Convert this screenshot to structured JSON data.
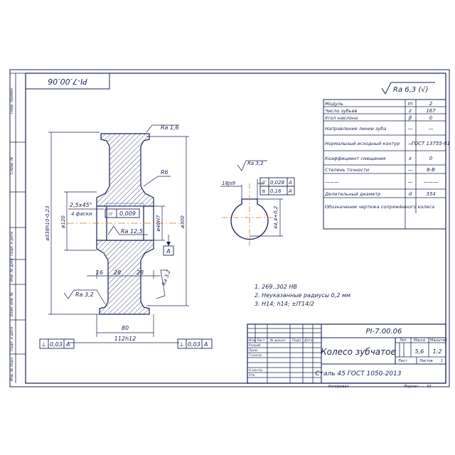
{
  "drawing_code_top": "PI-7.00.06",
  "roughness_general": "Ra 6,3 (√)",
  "params": [
    {
      "name": "Модуль",
      "sym": "m",
      "val": "2"
    },
    {
      "name": "Число зубьев",
      "sym": "z",
      "val": "167"
    },
    {
      "name": "Угол наклона",
      "sym": "β",
      "val": "0"
    },
    {
      "name": "Направление линии зуба",
      "sym": "—",
      "val": "—"
    },
    {
      "name": "Нормальный исходный контур",
      "sym": "—",
      "val": "ГОСТ 13755-81"
    },
    {
      "name": "Коэффициент смещения",
      "sym": "x",
      "val": "0"
    },
    {
      "name": "Степень точности",
      "sym": "—",
      "val": "8-В"
    },
    {
      "name": "———",
      "sym": "—",
      "val": "———"
    },
    {
      "name": "Делительный диаметр",
      "sym": "d",
      "val": "334"
    },
    {
      "name": "Обозначение чертежа сопряжённого колеса",
      "sym": "",
      "val": ""
    }
  ],
  "dims": {
    "ra16": "Ra 1,6",
    "r6": "R6",
    "chamfer": "2,5x45°",
    "chamfer_note": "4 фаски",
    "tol1": "0,009",
    "ra125": "Ra 12,5",
    "d120": "ø120",
    "d338": "ø338h10-0,23",
    "d40": "ø40H7",
    "d300": "ø300",
    "datum": "A",
    "w16": "16",
    "w28a": "28",
    "w28b": "28",
    "ra32a": "Ra 3,2",
    "ra32b": "Ra 3,2",
    "w80": "80",
    "w112": "112h12",
    "tol2": "0,03",
    "tol3": "0,03"
  },
  "keyway": {
    "ra32": "Ra 3,2",
    "width": "18Js9",
    "tol1": "0,028",
    "tol2": "0,16",
    "ref": "A",
    "depth": "44,4+0,2"
  },
  "notes": [
    "1. 269..302 HB",
    "2. Неуказанные радиусы 0,2 мм",
    "3. H14; h14; ±IT14/2"
  ],
  "title_block": {
    "code": "PI-7.00.06",
    "name": "Колесо зубчатое",
    "material": "Сталь 45 ГОСТ 1050-2013",
    "lit_h": "Лит.",
    "mass_h": "Масса",
    "scale_h": "Масштаб",
    "mass": "5,6",
    "scale": "1:2",
    "sheet": "Лист",
    "sheets": "Листов",
    "sheets_n": "1",
    "izm": "Изм.",
    "list": "Лист",
    "doc": "№ докум.",
    "sign": "Подп.",
    "date": "Дата",
    "razrab": "Разраб.",
    "prov": "Пров.",
    "tkontr": "Т.контр.",
    "nkontr": "Н.контр.",
    "utv": "Утв.",
    "copied": "Копировал",
    "format": "Формат",
    "format_v": "А3"
  },
  "side": {
    "perv": "Перв. примен.",
    "sprav": "Справ. №",
    "podp1": "Подп. и дата",
    "inv_dubl": "Инв. № дубл.",
    "vzam": "Взам. инв. №",
    "podp2": "Подп. и дата",
    "inv_podl": "Инв. № подл."
  }
}
